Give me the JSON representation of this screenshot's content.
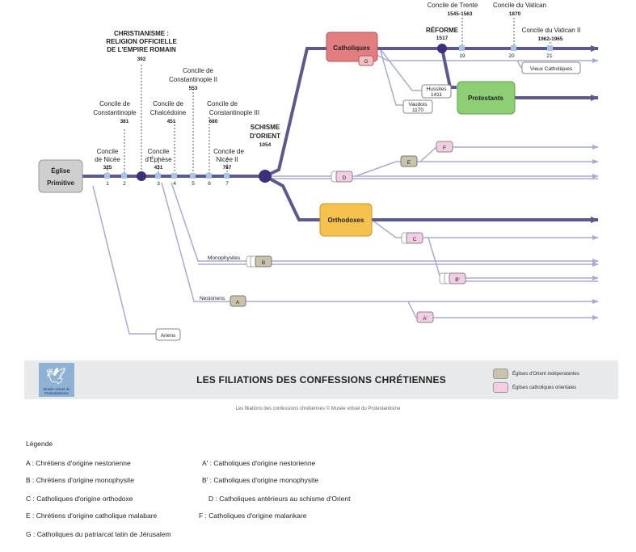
{
  "diagram": {
    "root": {
      "line1": "Église",
      "line2": "Primitive"
    },
    "councils": [
      {
        "name1": "Concile",
        "name2": "de Nicée",
        "year": "325",
        "num": "1"
      },
      {
        "name1": "Concile de",
        "name2": "Constantinople",
        "year": "381",
        "num": "2"
      },
      {
        "name1": "Concile",
        "name2": "d'Éphèse",
        "year": "431",
        "num": "3"
      },
      {
        "name1": "Concile de",
        "name2": "Chalcédoine",
        "year": "451",
        "num": "4"
      },
      {
        "name1": "Concile de",
        "name2": "Constantinople II",
        "year": "553",
        "num": "5"
      },
      {
        "name1": "Concile de",
        "name2": "Constantinople III",
        "year": "680",
        "num": "6"
      },
      {
        "name1": "Concile de",
        "name2": "Nicée II",
        "year": "787",
        "num": "7"
      }
    ],
    "christianisme": {
      "l1": "CHRISTIANISME :",
      "l2": "RELIGION OFFICIELLE",
      "l3": "DE L'EMPIRE ROMAIN",
      "year": "392"
    },
    "schisme": {
      "l1": "SCHISME",
      "l2": "D'ORIENT",
      "year": "1054"
    },
    "reforme": {
      "l1": "RÉFORME",
      "year": "1517"
    },
    "trente": {
      "l1": "Concile de Trente",
      "year": "1545-1563",
      "num": "19"
    },
    "vatican1": {
      "l1": "Concile du Vatican",
      "year": "1870",
      "num": "20"
    },
    "vatican2": {
      "l1": "Concile du Vatican II",
      "year": "1962-1965",
      "num": "21"
    },
    "catholiques": "Catholiques",
    "protestants": "Protestants",
    "orthodoxes": "Orthodoxes",
    "hussites": {
      "l1": "Hussites",
      "year": "1411"
    },
    "vaudois": {
      "l1": "Vaudois",
      "year": "1170"
    },
    "vieux": "Vieux Catholiques",
    "monophysites": "Monophysites",
    "nestoriens": "Nestoriens",
    "ariens": "Ariens",
    "boxes": {
      "A": "A",
      "A2": "A'",
      "B": "B",
      "B2": "B'",
      "C": "C",
      "D": "D",
      "E": "E",
      "F": "F",
      "G": "G"
    }
  },
  "banner": {
    "title": "LES FILIATIONS DES CONFESSIONS CHRÉTIENNES",
    "logo_text": "Musée virtuel du Protestantisme",
    "key1": "Églises d'Orient indépendantes",
    "key2": "Églises catholiques orientales"
  },
  "caption": "Les filiations des confessions chrétiennes © Musée virtuel du Protestantisme",
  "legend": {
    "title": "Légende",
    "A": "A : Chrétiens d'origine nestorienne",
    "A2": "A' : Catholiques d'origine nestorienne",
    "B": "B : Chrétiens d'origine monophysite",
    "B2": "B' : Catholiques d'origine monophysite",
    "C": "C : Catholiques d'origine orthodoxe",
    "D": "D : Catholiques antérieurs au schisme d'Orient",
    "E": "E : Chrétiens d'origine catholique malabare",
    "F": "F : Catholiques d'origine malankare",
    "G": "G : Catholiques du patriarcat latin de Jérusalem"
  },
  "colors": {
    "main_line": "#5c5a8c",
    "thin_line": "#a9acd0",
    "node": "#3e2f78",
    "catholiques": "#e27d80",
    "protestants": "#8ecf75",
    "orthodoxes": "#f6c24d",
    "root": "#cfcfcf",
    "orient_box": "#c9c3ac",
    "cath_orient_box": "#f3cde4"
  }
}
